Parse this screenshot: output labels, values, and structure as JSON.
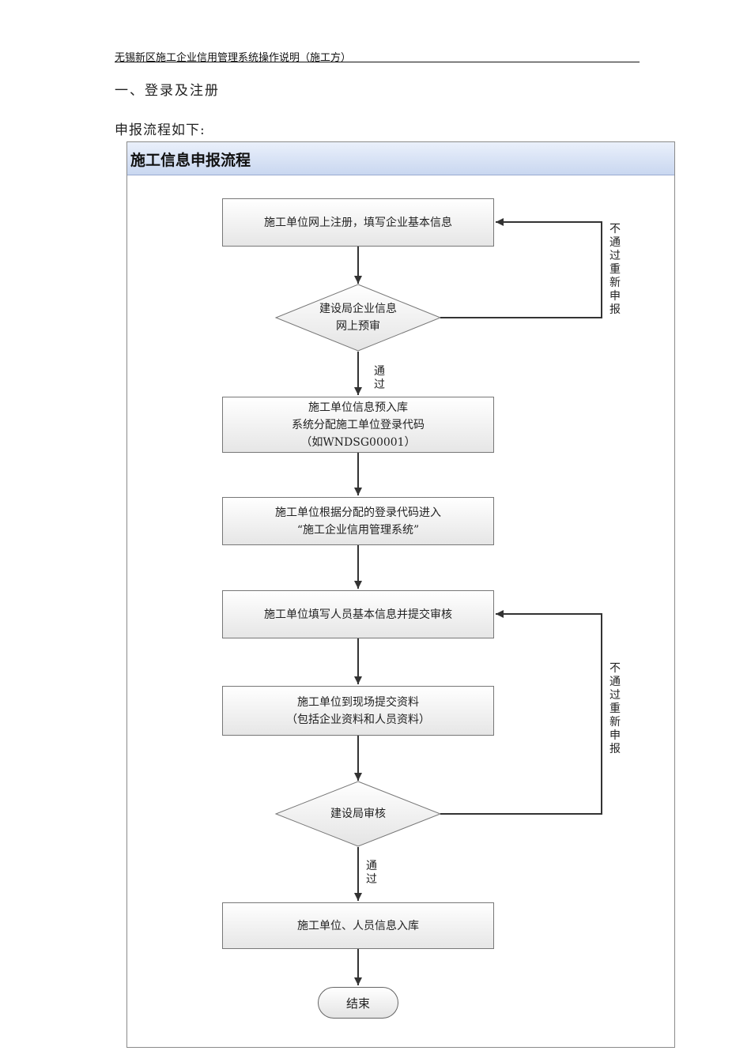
{
  "header": {
    "doc_title": "无锡新区施工企业信用管理系统操作说明（施工方）"
  },
  "section": {
    "heading": "一、登录及注册",
    "intro": "申报流程如下:"
  },
  "flowchart": {
    "title": "施工信息申报流程",
    "steps": {
      "register": "施工单位网上注册，填写企业基本信息",
      "prereview_line1": "建设局企业信息",
      "prereview_line2": "网上预审",
      "pass_label_1": "通过",
      "reject_label_1": "不通过重新申报",
      "prestore_line1": "施工单位信息预入库",
      "prestore_line2": "系统分配施工单位登录代码",
      "prestore_line3": "（如WNDSG00001）",
      "login_line1": "施工单位根据分配的登录代码进入",
      "login_line2": "“施工企业信用管理系统”",
      "fill_personnel": "施工单位填写人员基本信息并提交审核",
      "submit_line1": "施工单位到现场提交资料",
      "submit_line2": "（包括企业资料和人员资料）",
      "review": "建设局审核",
      "pass_label_2": "通过",
      "reject_label_2": "不通过重新申报",
      "store": "施工单位、人员信息入库",
      "end": "结束"
    }
  }
}
